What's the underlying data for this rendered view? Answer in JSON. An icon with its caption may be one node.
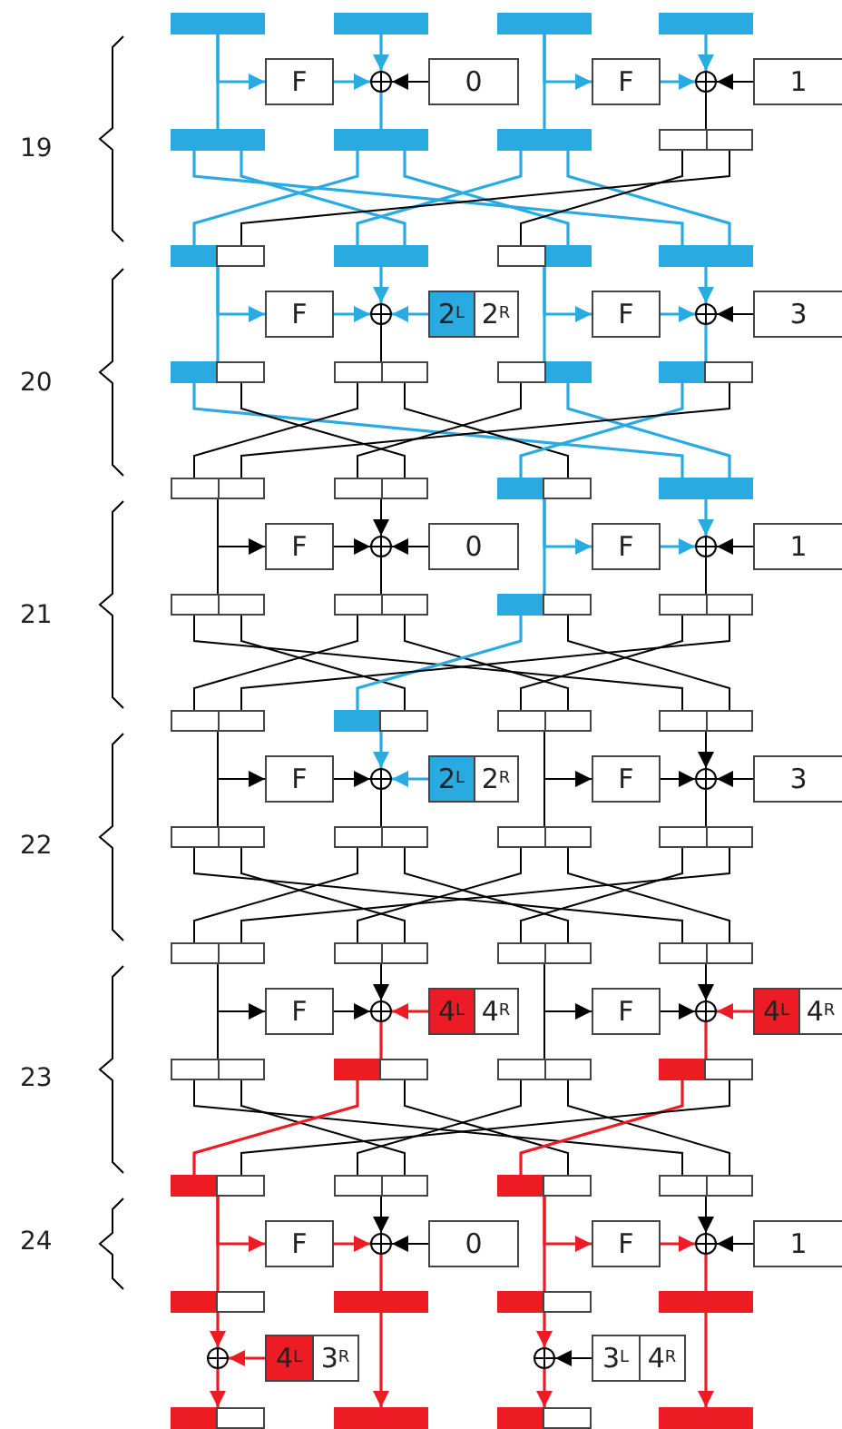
{
  "diagram": {
    "nodes": [
      {
        "text": [],
        "shape": "bar"
      },
      {
        "text": [],
        "shape": "bar"
      },
      {
        "text": [],
        "shape": "bar"
      },
      {
        "text": [],
        "shape": "bar"
      },
      {
        "text": [
          "F"
        ]
      },
      {
        "text": [],
        "shape": "circle"
      },
      {
        "text": [
          "0"
        ]
      },
      {
        "text": [
          "F"
        ]
      },
      {
        "text": [],
        "shape": "circle"
      },
      {
        "text": [
          "1"
        ]
      },
      {
        "text": [],
        "shape": "bar"
      },
      {
        "text": [],
        "shape": "bar"
      },
      {
        "text": [],
        "shape": "bar"
      },
      {
        "text": [],
        "shape": "bar"
      },
      {
        "text": [],
        "shape": "bar"
      },
      {
        "text": [],
        "shape": "bar"
      },
      {
        "text": [],
        "shape": "bar"
      },
      {
        "text": [],
        "shape": "bar"
      },
      {
        "text": [
          "F"
        ]
      },
      {
        "text": [],
        "shape": "circle"
      },
      {
        "text": [
          "2$^{L}$",
          "2$^{R}$"
        ]
      },
      {
        "text": [
          "F"
        ]
      },
      {
        "text": [],
        "shape": "circle"
      },
      {
        "text": [
          "3"
        ]
      },
      {
        "text": [],
        "shape": "bar"
      },
      {
        "text": [],
        "shape": "bar"
      },
      {
        "text": [],
        "shape": "bar"
      },
      {
        "text": [],
        "shape": "bar"
      },
      {
        "text": [],
        "shape": "bar"
      },
      {
        "text": [],
        "shape": "bar"
      },
      {
        "text": [],
        "shape": "bar"
      },
      {
        "text": [],
        "shape": "bar"
      },
      {
        "text": [
          "F"
        ]
      },
      {
        "text": [],
        "shape": "circle"
      },
      {
        "text": [
          "0"
        ]
      },
      {
        "text": [
          "F"
        ]
      },
      {
        "text": [],
        "shape": "circle"
      },
      {
        "text": [
          "1"
        ]
      },
      {
        "text": [],
        "shape": "bar"
      },
      {
        "text": [],
        "shape": "bar"
      },
      {
        "text": [],
        "shape": "bar"
      },
      {
        "text": [],
        "shape": "bar"
      },
      {
        "text": [],
        "shape": "bar"
      },
      {
        "text": [],
        "shape": "bar"
      },
      {
        "text": [],
        "shape": "bar"
      },
      {
        "text": [],
        "shape": "bar"
      },
      {
        "text": [
          "F"
        ]
      },
      {
        "text": [],
        "shape": "circle"
      },
      {
        "text": [
          "2$^{L}$",
          "2$^{R}$"
        ]
      },
      {
        "text": [
          "F"
        ]
      },
      {
        "text": [],
        "shape": "circle"
      },
      {
        "text": [
          "3"
        ]
      },
      {
        "text": [],
        "shape": "bar"
      },
      {
        "text": [],
        "shape": "bar"
      },
      {
        "text": [],
        "shape": "bar"
      },
      {
        "text": [],
        "shape": "bar"
      },
      {
        "text": [],
        "shape": "bar"
      },
      {
        "text": [],
        "shape": "bar"
      },
      {
        "text": [],
        "shape": "bar"
      },
      {
        "text": [],
        "shape": "bar"
      },
      {
        "text": [
          "F"
        ]
      },
      {
        "text": [],
        "shape": "circle"
      },
      {
        "text": [
          "4$^{L}$",
          "4$^{R}$"
        ]
      },
      {
        "text": [
          "F"
        ]
      },
      {
        "text": [],
        "shape": "circle"
      },
      {
        "text": [
          "4$^{L}$",
          "4$^{R}$"
        ]
      },
      {
        "text": [],
        "shape": "bar"
      },
      {
        "text": [],
        "shape": "bar"
      },
      {
        "text": [],
        "shape": "bar"
      },
      {
        "text": [],
        "shape": "bar"
      },
      {
        "text": [],
        "shape": "bar"
      },
      {
        "text": [],
        "shape": "bar"
      },
      {
        "text": [],
        "shape": "bar"
      },
      {
        "text": [],
        "shape": "bar"
      },
      {
        "text": [
          "F"
        ]
      },
      {
        "text": [],
        "shape": "circle"
      },
      {
        "text": [
          "0"
        ]
      },
      {
        "text": [
          "F"
        ]
      },
      {
        "text": [],
        "shape": "circle"
      },
      {
        "text": [
          "1"
        ]
      },
      {
        "text": [],
        "shape": "bar"
      },
      {
        "text": [],
        "shape": "bar"
      },
      {
        "text": [],
        "shape": "bar"
      },
      {
        "text": [],
        "shape": "bar"
      },
      {
        "text": [],
        "shape": "circle"
      },
      {
        "text": [
          "4$^{L}$",
          "3$^{R}$"
        ]
      },
      {
        "text": [],
        "shape": "circle"
      },
      {
        "text": [
          "3$^{L}$",
          "4$^{R}$"
        ]
      },
      {
        "text": [],
        "shape": "bar"
      },
      {
        "text": [],
        "shape": "bar"
      },
      {
        "text": [],
        "shape": "bar"
      },
      {
        "text": [],
        "shape": "bar"
      }
    ],
    "edges": [
      {
        "from": 0,
        "to": 4,
        "arrow": "to",
        "color": "#29abe2"
      },
      {
        "from": 0,
        "to": 10,
        "arrow": "none",
        "color": "#29abe2"
      },
      {
        "from": 4,
        "to": 5,
        "arrow": "to",
        "color": "#29abe2"
      },
      {
        "from": 6,
        "to": 5,
        "arrow": "to"
      },
      {
        "from": 1,
        "to": 5,
        "arrow": "to",
        "color": "#29abe2"
      },
      {
        "from": 5,
        "to": 11,
        "arrow": "none",
        "color": "#29abe2"
      },
      {
        "from": 2,
        "to": 7,
        "arrow": "to",
        "color": "#29abe2"
      },
      {
        "from": 2,
        "to": 12,
        "arrow": "none",
        "color": "#29abe2"
      },
      {
        "from": 7,
        "to": 8,
        "arrow": "to",
        "color": "#29abe2"
      },
      {
        "from": 9,
        "to": 8,
        "arrow": "to"
      },
      {
        "from": 3,
        "to": 8,
        "arrow": "to",
        "color": "#29abe2"
      },
      {
        "from": 8,
        "to": 13,
        "arrow": "none"
      },
      {
        "from": 10,
        "to": 17,
        "arrow": "none",
        "color": "#29abe2"
      },
      {
        "from": 10,
        "to": 15,
        "arrow": "none",
        "color": "#29abe2"
      },
      {
        "from": 11,
        "to": 14,
        "arrow": "none",
        "color": "#29abe2"
      },
      {
        "from": 11,
        "to": 16,
        "arrow": "none",
        "color": "#29abe2"
      },
      {
        "from": 12,
        "to": 15,
        "arrow": "none",
        "color": "#29abe2"
      },
      {
        "from": 12,
        "to": 17,
        "arrow": "none",
        "color": "#29abe2"
      },
      {
        "from": 13,
        "to": 16,
        "arrow": "none"
      },
      {
        "from": 13,
        "to": 14,
        "arrow": "none"
      },
      {
        "from": 14,
        "to": 18,
        "arrow": "to",
        "color": "#29abe2"
      },
      {
        "from": 14,
        "to": 24,
        "arrow": "none",
        "color": "#29abe2"
      },
      {
        "from": 18,
        "to": 19,
        "arrow": "to",
        "color": "#29abe2"
      },
      {
        "from": 20,
        "to": 19,
        "arrow": "to",
        "color": "#29abe2"
      },
      {
        "from": 15,
        "to": 19,
        "arrow": "to",
        "color": "#29abe2"
      },
      {
        "from": 19,
        "to": 25,
        "arrow": "none"
      },
      {
        "from": 16,
        "to": 21,
        "arrow": "to",
        "color": "#29abe2"
      },
      {
        "from": 16,
        "to": 26,
        "arrow": "none",
        "color": "#29abe2"
      },
      {
        "from": 21,
        "to": 22,
        "arrow": "to",
        "color": "#29abe2"
      },
      {
        "from": 23,
        "to": 22,
        "arrow": "to"
      },
      {
        "from": 17,
        "to": 22,
        "arrow": "to",
        "color": "#29abe2"
      },
      {
        "from": 22,
        "to": 27,
        "arrow": "none",
        "color": "#29abe2"
      },
      {
        "from": 24,
        "to": 31,
        "arrow": "none",
        "color": "#29abe2"
      },
      {
        "from": 24,
        "to": 29,
        "arrow": "none"
      },
      {
        "from": 25,
        "to": 28,
        "arrow": "none"
      },
      {
        "from": 25,
        "to": 30,
        "arrow": "none"
      },
      {
        "from": 26,
        "to": 29,
        "arrow": "none"
      },
      {
        "from": 26,
        "to": 31,
        "arrow": "none",
        "color": "#29abe2"
      },
      {
        "from": 27,
        "to": 30,
        "arrow": "none",
        "color": "#29abe2"
      },
      {
        "from": 27,
        "to": 28,
        "arrow": "none"
      },
      {
        "from": 28,
        "to": 32,
        "arrow": "to"
      },
      {
        "from": 28,
        "to": 38,
        "arrow": "none"
      },
      {
        "from": 32,
        "to": 33,
        "arrow": "to"
      },
      {
        "from": 34,
        "to": 33,
        "arrow": "to"
      },
      {
        "from": 29,
        "to": 33,
        "arrow": "to"
      },
      {
        "from": 33,
        "to": 39,
        "arrow": "none"
      },
      {
        "from": 30,
        "to": 35,
        "arrow": "to",
        "color": "#29abe2"
      },
      {
        "from": 30,
        "to": 40,
        "arrow": "none",
        "color": "#29abe2"
      },
      {
        "from": 35,
        "to": 36,
        "arrow": "to",
        "color": "#29abe2"
      },
      {
        "from": 37,
        "to": 36,
        "arrow": "to"
      },
      {
        "from": 31,
        "to": 36,
        "arrow": "to",
        "color": "#29abe2"
      },
      {
        "from": 36,
        "to": 41,
        "arrow": "none"
      },
      {
        "from": 38,
        "to": 45,
        "arrow": "none"
      },
      {
        "from": 38,
        "to": 43,
        "arrow": "none"
      },
      {
        "from": 39,
        "to": 42,
        "arrow": "none"
      },
      {
        "from": 39,
        "to": 44,
        "arrow": "none"
      },
      {
        "from": 40,
        "to": 43,
        "arrow": "none",
        "color": "#29abe2"
      },
      {
        "from": 40,
        "to": 45,
        "arrow": "none"
      },
      {
        "from": 41,
        "to": 44,
        "arrow": "none"
      },
      {
        "from": 41,
        "to": 42,
        "arrow": "none"
      },
      {
        "from": 42,
        "to": 46,
        "arrow": "to"
      },
      {
        "from": 42,
        "to": 52,
        "arrow": "none"
      },
      {
        "from": 46,
        "to": 47,
        "arrow": "to"
      },
      {
        "from": 48,
        "to": 47,
        "arrow": "to",
        "color": "#29abe2"
      },
      {
        "from": 43,
        "to": 47,
        "arrow": "to",
        "color": "#29abe2"
      },
      {
        "from": 47,
        "to": 53,
        "arrow": "none"
      },
      {
        "from": 44,
        "to": 49,
        "arrow": "to"
      },
      {
        "from": 44,
        "to": 54,
        "arrow": "none"
      },
      {
        "from": 49,
        "to": 50,
        "arrow": "to"
      },
      {
        "from": 51,
        "to": 50,
        "arrow": "to"
      },
      {
        "from": 45,
        "to": 50,
        "arrow": "to"
      },
      {
        "from": 50,
        "to": 55,
        "arrow": "none"
      },
      {
        "from": 52,
        "to": 59,
        "arrow": "none"
      },
      {
        "from": 52,
        "to": 57,
        "arrow": "none"
      },
      {
        "from": 53,
        "to": 56,
        "arrow": "none"
      },
      {
        "from": 53,
        "to": 58,
        "arrow": "none"
      },
      {
        "from": 54,
        "to": 57,
        "arrow": "none"
      },
      {
        "from": 54,
        "to": 59,
        "arrow": "none"
      },
      {
        "from": 55,
        "to": 58,
        "arrow": "none"
      },
      {
        "from": 55,
        "to": 56,
        "arrow": "none"
      },
      {
        "from": 56,
        "to": 60,
        "arrow": "to"
      },
      {
        "from": 56,
        "to": 66,
        "arrow": "none"
      },
      {
        "from": 60,
        "to": 61,
        "arrow": "to"
      },
      {
        "from": 62,
        "to": 61,
        "arrow": "to",
        "color": "#ed1c24"
      },
      {
        "from": 57,
        "to": 61,
        "arrow": "to"
      },
      {
        "from": 61,
        "to": 67,
        "arrow": "none",
        "color": "#ed1c24"
      },
      {
        "from": 58,
        "to": 63,
        "arrow": "to"
      },
      {
        "from": 58,
        "to": 68,
        "arrow": "none"
      },
      {
        "from": 63,
        "to": 64,
        "arrow": "to"
      },
      {
        "from": 65,
        "to": 64,
        "arrow": "to",
        "color": "#ed1c24"
      },
      {
        "from": 59,
        "to": 64,
        "arrow": "to"
      },
      {
        "from": 64,
        "to": 69,
        "arrow": "none",
        "color": "#ed1c24"
      },
      {
        "from": 66,
        "to": 73,
        "arrow": "none"
      },
      {
        "from": 66,
        "to": 71,
        "arrow": "none"
      },
      {
        "from": 67,
        "to": 70,
        "arrow": "none",
        "color": "#ed1c24"
      },
      {
        "from": 67,
        "to": 72,
        "arrow": "none"
      },
      {
        "from": 68,
        "to": 71,
        "arrow": "none"
      },
      {
        "from": 68,
        "to": 73,
        "arrow": "none"
      },
      {
        "from": 69,
        "to": 72,
        "arrow": "none",
        "color": "#ed1c24"
      },
      {
        "from": 69,
        "to": 70,
        "arrow": "none"
      },
      {
        "from": 70,
        "to": 74,
        "arrow": "to",
        "color": "#ed1c24"
      },
      {
        "from": 70,
        "to": 80,
        "arrow": "none",
        "color": "#ed1c24"
      },
      {
        "from": 74,
        "to": 75,
        "arrow": "to",
        "color": "#ed1c24"
      },
      {
        "from": 76,
        "to": 75,
        "arrow": "to"
      },
      {
        "from": 71,
        "to": 75,
        "arrow": "to"
      },
      {
        "from": 75,
        "to": 81,
        "arrow": "none",
        "color": "#ed1c24"
      },
      {
        "from": 72,
        "to": 77,
        "arrow": "to",
        "color": "#ed1c24"
      },
      {
        "from": 72,
        "to": 82,
        "arrow": "none",
        "color": "#ed1c24"
      },
      {
        "from": 77,
        "to": 78,
        "arrow": "to",
        "color": "#ed1c24"
      },
      {
        "from": 79,
        "to": 78,
        "arrow": "to"
      },
      {
        "from": 73,
        "to": 78,
        "arrow": "to"
      },
      {
        "from": 78,
        "to": 83,
        "arrow": "none",
        "color": "#ed1c24"
      },
      {
        "from": 80,
        "to": 84,
        "arrow": "to",
        "color": "#ed1c24"
      },
      {
        "from": 85,
        "to": 84,
        "arrow": "to",
        "color": "#ed1c24"
      },
      {
        "from": 84,
        "to": 88,
        "arrow": "to",
        "color": "#ed1c24"
      },
      {
        "from": 81,
        "to": 89,
        "arrow": "to",
        "color": "#ed1c24"
      },
      {
        "from": 82,
        "to": 86,
        "arrow": "to",
        "color": "#ed1c24"
      },
      {
        "from": 87,
        "to": 86,
        "arrow": "to"
      },
      {
        "from": 86,
        "to": 90,
        "arrow": "to",
        "color": "#ed1c24"
      },
      {
        "from": 83,
        "to": 91,
        "arrow": "to",
        "color": "#ed1c24"
      }
    ],
    "labels": [
      "19",
      "20",
      "21",
      "22",
      "23",
      "24"
    ]
  }
}
